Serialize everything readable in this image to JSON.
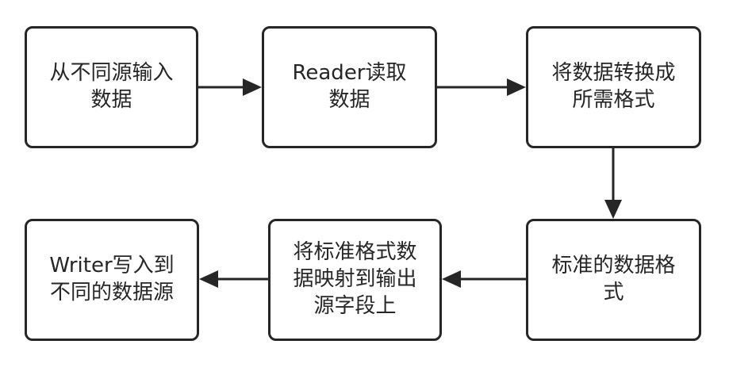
{
  "diagram": {
    "nodes": [
      {
        "id": "source-input",
        "label": "从不同源输入\n数据"
      },
      {
        "id": "reader-read",
        "label": "Reader读取\n数据"
      },
      {
        "id": "convert-format",
        "label": "将数据转换成\n所需格式"
      },
      {
        "id": "standard-data",
        "label": "标准的数据格\n式"
      },
      {
        "id": "map-fields",
        "label": "将标准格式数\n据映射到输出\n源字段上"
      },
      {
        "id": "writer-write",
        "label": "Writer写入到\n不同的数据源"
      }
    ],
    "edges": [
      {
        "from": "source-input",
        "to": "reader-read"
      },
      {
        "from": "reader-read",
        "to": "convert-format"
      },
      {
        "from": "convert-format",
        "to": "standard-data"
      },
      {
        "from": "standard-data",
        "to": "map-fields"
      },
      {
        "from": "map-fields",
        "to": "writer-write"
      }
    ],
    "colors": {
      "stroke": "#262626",
      "fill": "#ffffff",
      "text": "#262626"
    }
  }
}
